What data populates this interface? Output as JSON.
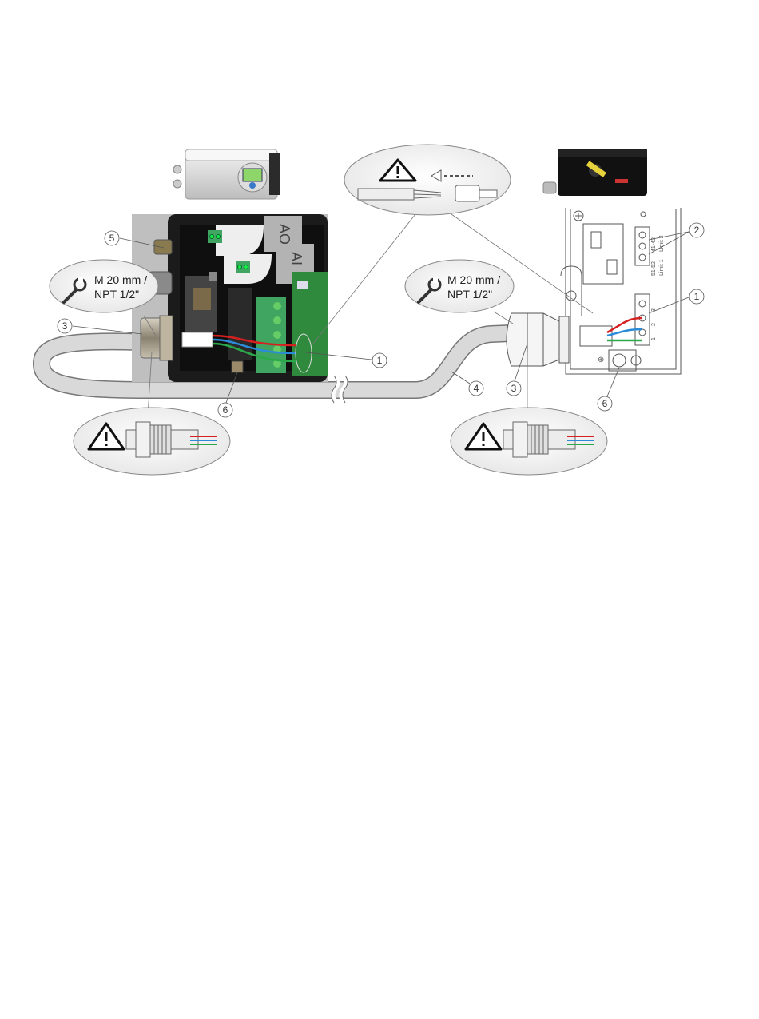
{
  "colors": {
    "wire_red": "#d62020",
    "wire_blue": "#2a8bd8",
    "wire_green": "#2aa84a",
    "cable": "#d9d9d9",
    "terminal_green": "#3fa560",
    "housing_dark": "#1b1b1b",
    "outline": "#555555"
  },
  "icons": [
    "wrench-icon",
    "warning-icon",
    "arrow-left-icon"
  ],
  "left_device": {
    "module_labels": {
      "ao": "AO",
      "ai": "AI"
    }
  },
  "right_device": {
    "terminal_labels": {
      "t1": "1",
      "t2": "2",
      "t3": "3",
      "t41_42": "41-42",
      "t51_52": "51-52",
      "limit1": "Limit 1",
      "limit2": "Limit 2"
    }
  },
  "bubbles": {
    "thread_left": {
      "line1": "M 20 mm /",
      "line2": "NPT 1/2\""
    },
    "thread_right": {
      "line1": "M 20 mm /",
      "line2": "NPT 1/2\""
    }
  },
  "callouts": {
    "c1_left": "1",
    "c1_right": "1",
    "c2": "2",
    "c3_left": "3",
    "c3_right": "3",
    "c4": "4",
    "c5": "5",
    "c6_left": "6",
    "c6_right": "6"
  }
}
